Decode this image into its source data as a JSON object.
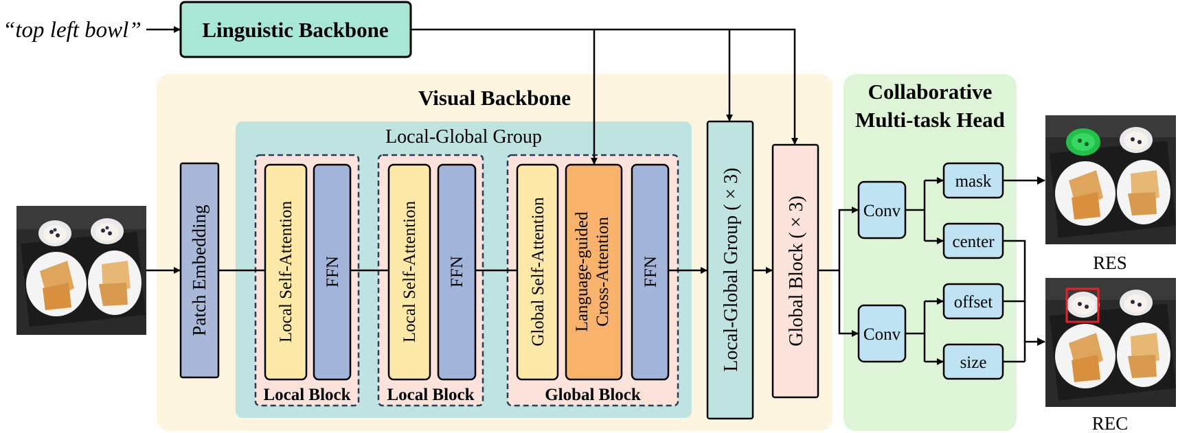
{
  "query_text": "“top left bowl”",
  "linguistic_backbone": "Linguistic Backbone",
  "visual_backbone": "Visual Backbone",
  "local_global_group": "Local-Global Group",
  "patch_embedding": "Patch Embedding",
  "local_block_1": {
    "title": "Local Block",
    "attention": "Local Self-Attention",
    "ffn": "FFN"
  },
  "local_block_2": {
    "title": "Local Block",
    "attention": "Local Self-Attention",
    "ffn": "FFN"
  },
  "global_block": {
    "title": "Global Block",
    "attention": "Global Self-Attention",
    "cross_attention_line1": "Language-guided",
    "cross_attention_line2": "Cross-Attention",
    "ffn": "FFN"
  },
  "local_global_group_repeat": "Local-Global Group ( × 3)",
  "global_block_repeat": "Global Block ( × 3)",
  "head": {
    "title_line1": "Collaborative",
    "title_line2": "Multi-task Head",
    "conv_top": "Conv",
    "conv_bottom": "Conv",
    "mask": "mask",
    "center": "center",
    "offset": "offset",
    "size": "size"
  },
  "output_res": "RES",
  "output_rec": "REC",
  "colors": {
    "linguistic": "#a8e6d6",
    "visual_bg": "#fdf5e0",
    "group_bg": "#bfe3e0",
    "block_bg": "#fbe3dc",
    "attention": "#fce9a8",
    "ffn": "#a3b4db",
    "cross_attention": "#f9b26b",
    "global_repeat": "#fbe3dc",
    "head_bg": "#ddf5d6",
    "head_boxes": "#bfe3f3",
    "bbox": "#e8202a",
    "mask": "#22c04a"
  }
}
